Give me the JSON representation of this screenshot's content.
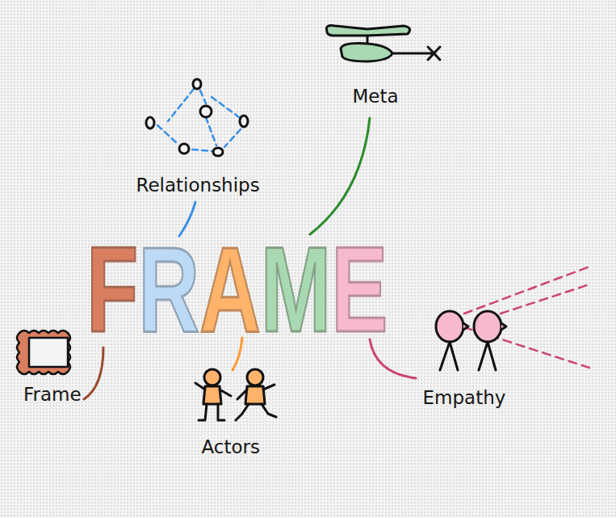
{
  "diagram": {
    "labels": [
      "FRAME",
      "Relationships",
      "Meta",
      "Frame",
      "Actors",
      "Empathy"
    ]
  }
}
